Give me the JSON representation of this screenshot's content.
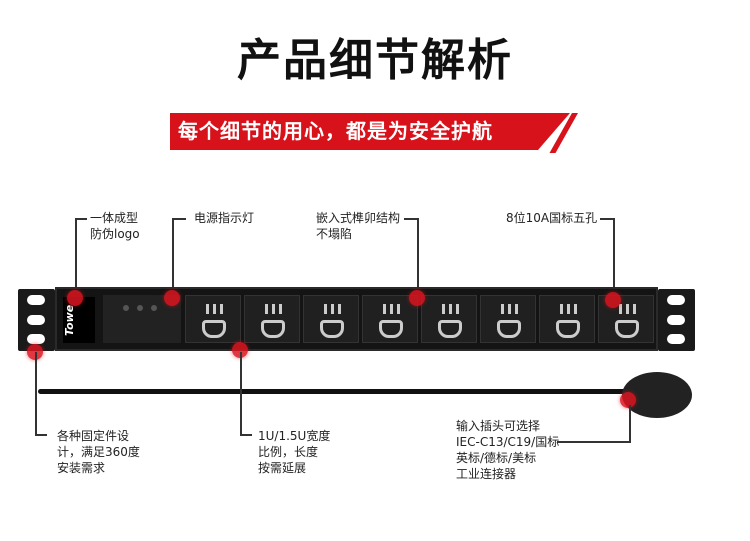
{
  "title": "产品细节解析",
  "banner": "每个细节的用心，都是为安全护航",
  "product": {
    "logo": "Towe",
    "socket_count": 8
  },
  "callouts": {
    "logo": [
      "一体成型",
      "防伪logo"
    ],
    "indicator": [
      "电源指示灯"
    ],
    "mortise": [
      "嵌入式榫卯结构",
      "不塌陷"
    ],
    "sockets": [
      "8位10A国标五孔"
    ],
    "mounting": [
      "各种固定件设",
      "计，满足360度",
      "安装需求"
    ],
    "width": [
      "1U/1.5U宽度",
      "比例，长度",
      "按需延展"
    ],
    "plug": [
      "输入插头可选择",
      "IEC-C13/C19/国标",
      "英标/德标/美标",
      "工业连接器"
    ]
  },
  "colors": {
    "accent": "#d7121b"
  }
}
